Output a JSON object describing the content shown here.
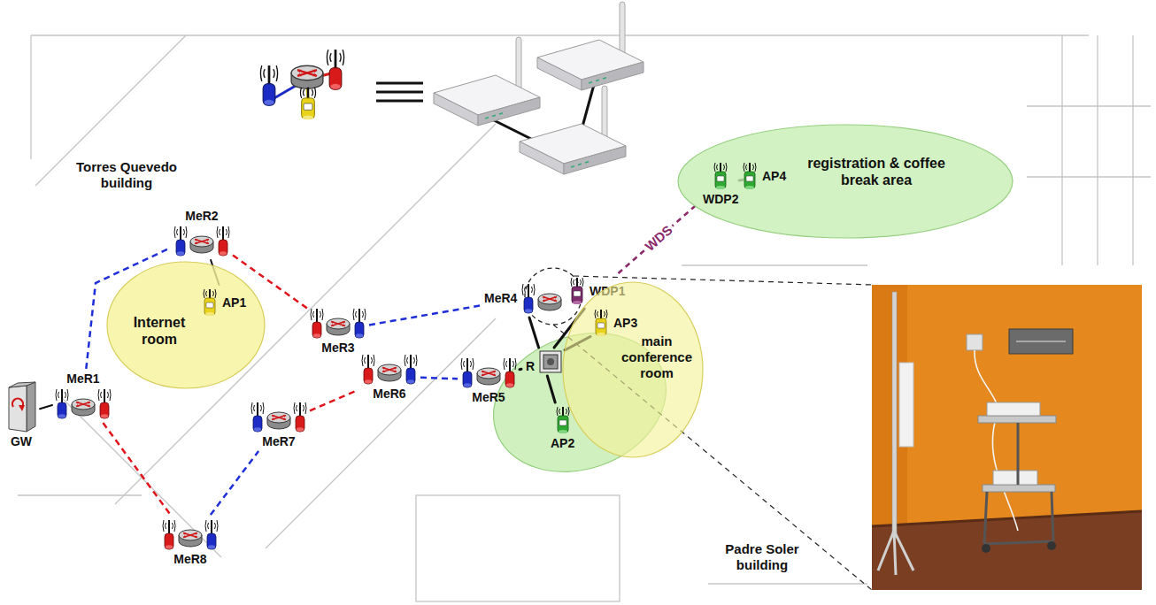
{
  "diagram": {
    "nodes": [
      {
        "text": [
          "registration & coffee break area"
        ]
      },
      {
        "text": [
          "WDP2"
        ],
        "in": 0
      },
      {
        "text": [
          "AP4"
        ],
        "in": 0
      },
      {
        "text": [
          "MeR2"
        ]
      },
      {
        "text": [
          "Internet room"
        ]
      },
      {
        "text": [
          "AP1"
        ],
        "in": 4
      },
      {
        "text": [
          "MeR3"
        ]
      },
      {
        "text": [
          "MeR4"
        ]
      },
      {
        "text": [
          "WDP1"
        ]
      },
      {
        "text": [
          "main conference room"
        ]
      },
      {
        "text": [
          "AP3"
        ],
        "in": 9
      },
      {
        "text": [
          "R"
        ]
      },
      {
        "text": [
          "MeR6"
        ]
      },
      {
        "text": [
          "MeR5"
        ]
      },
      {
        "text": [
          "MeR1"
        ]
      },
      {
        "text": [
          "GW"
        ]
      },
      {
        "text": [
          "MeR7"
        ]
      },
      {
        "text": [
          "AP2"
        ]
      },
      {
        "text": [
          "MeR8"
        ]
      }
    ],
    "edges": [
      {
        "from": 14,
        "to": 3,
        "arrow": "none"
      },
      {
        "from": 3,
        "to": 6,
        "arrow": "none"
      },
      {
        "from": 6,
        "to": 7,
        "arrow": "none"
      },
      {
        "from": 14,
        "to": 18,
        "arrow": "none"
      },
      {
        "from": 18,
        "to": 16,
        "arrow": "none"
      },
      {
        "from": 16,
        "to": 12,
        "arrow": "none"
      },
      {
        "from": 12,
        "to": 13,
        "arrow": "none"
      },
      {
        "from": 8,
        "to": 1,
        "label": "WDS",
        "arrow": "none"
      },
      {
        "from": 1,
        "to": 2,
        "arrow": "none"
      },
      {
        "from": 15,
        "to": 14,
        "arrow": "none"
      },
      {
        "from": 3,
        "to": 5,
        "arrow": "none"
      },
      {
        "from": 11,
        "to": 7,
        "arrow": "none"
      },
      {
        "from": 11,
        "to": 13,
        "arrow": "none"
      },
      {
        "from": 11,
        "to": 17,
        "arrow": "none"
      },
      {
        "from": 11,
        "to": 10,
        "arrow": "none"
      },
      {
        "from": 11,
        "to": 8,
        "arrow": "none"
      }
    ],
    "labels": [
      "Torres Quevedo building",
      "Padre Soler building"
    ]
  }
}
